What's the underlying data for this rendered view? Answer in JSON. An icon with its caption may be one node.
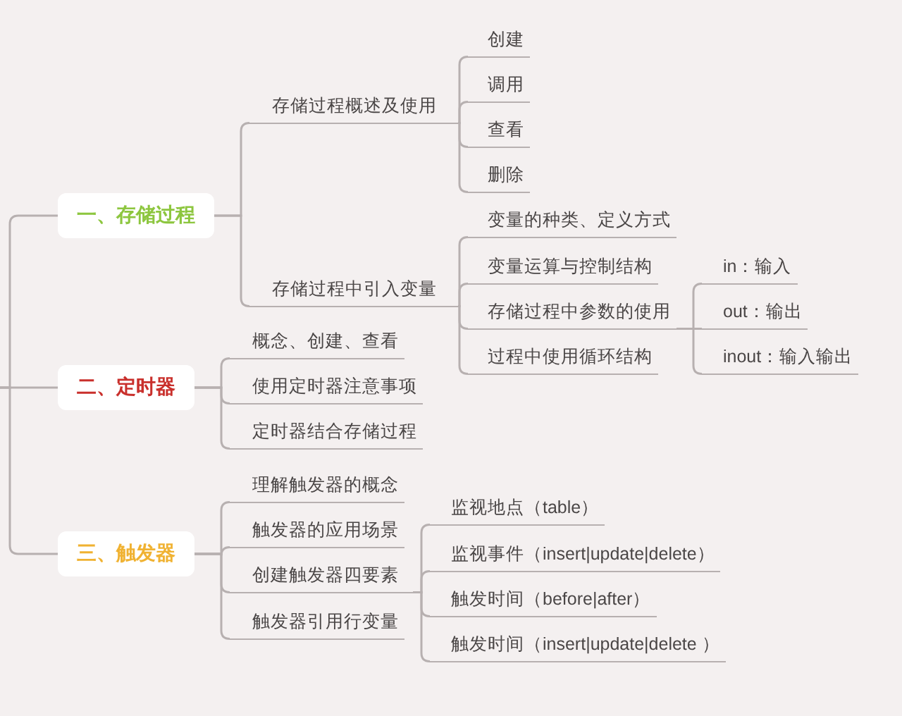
{
  "diagram": {
    "nodes": [
      {
        "text": [
          "一、存储过程"
        ]
      },
      {
        "text": [
          "存储过程概述及使用"
        ]
      },
      {
        "text": [
          "创建"
        ]
      },
      {
        "text": [
          "调用"
        ]
      },
      {
        "text": [
          "查看"
        ]
      },
      {
        "text": [
          "删除"
        ]
      },
      {
        "text": [
          "存储过程中引入变量"
        ]
      },
      {
        "text": [
          "变量的种类、定义方式"
        ]
      },
      {
        "text": [
          "变量运算与控制结构"
        ]
      },
      {
        "text": [
          "存储过程中参数的使用"
        ]
      },
      {
        "text": [
          "in：输入"
        ]
      },
      {
        "text": [
          "out：输出"
        ]
      },
      {
        "text": [
          "inout：输入输出"
        ]
      },
      {
        "text": [
          "过程中使用循环结构"
        ]
      },
      {
        "text": [
          "二、定时器"
        ]
      },
      {
        "text": [
          "概念、创建、查看"
        ]
      },
      {
        "text": [
          "使用定时器注意事项"
        ]
      },
      {
        "text": [
          "定时器结合存储过程"
        ]
      },
      {
        "text": [
          "三、触发器"
        ]
      },
      {
        "text": [
          "理解触发器的概念"
        ]
      },
      {
        "text": [
          "触发器的应用场景"
        ]
      },
      {
        "text": [
          "创建触发器四要素"
        ]
      },
      {
        "text": [
          "监视地点（table）"
        ]
      },
      {
        "text": [
          "监视事件（insert|update|delete）"
        ]
      },
      {
        "text": [
          "触发时间（before|after）"
        ]
      },
      {
        "text": [
          "触发时间（insert|update|delete ）"
        ]
      },
      {
        "text": [
          "触发器引用行变量"
        ]
      }
    ],
    "edges": [
      {
        "from": null,
        "to": 0,
        "arrow": "none"
      },
      {
        "from": null,
        "to": 14,
        "arrow": "none"
      },
      {
        "from": null,
        "to": 18,
        "arrow": "none"
      },
      {
        "from": 0,
        "to": 1,
        "arrow": "none"
      },
      {
        "from": 0,
        "to": 6,
        "arrow": "none"
      },
      {
        "from": 1,
        "to": 2,
        "arrow": "none"
      },
      {
        "from": 1,
        "to": 3,
        "arrow": "none"
      },
      {
        "from": 1,
        "to": 4,
        "arrow": "none"
      },
      {
        "from": 1,
        "to": 5,
        "arrow": "none"
      },
      {
        "from": 6,
        "to": 7,
        "arrow": "none"
      },
      {
        "from": 6,
        "to": 8,
        "arrow": "none"
      },
      {
        "from": 6,
        "to": 9,
        "arrow": "none"
      },
      {
        "from": 6,
        "to": 13,
        "arrow": "none"
      },
      {
        "from": 9,
        "to": 10,
        "arrow": "none"
      },
      {
        "from": 9,
        "to": 11,
        "arrow": "none"
      },
      {
        "from": 9,
        "to": 12,
        "arrow": "none"
      },
      {
        "from": 14,
        "to": 15,
        "arrow": "none"
      },
      {
        "from": 14,
        "to": 16,
        "arrow": "none"
      },
      {
        "from": 14,
        "to": 17,
        "arrow": "none"
      },
      {
        "from": 18,
        "to": 19,
        "arrow": "none"
      },
      {
        "from": 18,
        "to": 20,
        "arrow": "none"
      },
      {
        "from": 18,
        "to": 21,
        "arrow": "none"
      },
      {
        "from": 18,
        "to": 26,
        "arrow": "none"
      },
      {
        "from": 21,
        "to": 22,
        "arrow": "none"
      },
      {
        "from": 21,
        "to": 23,
        "arrow": "none"
      },
      {
        "from": 21,
        "to": 24,
        "arrow": "none"
      },
      {
        "from": 21,
        "to": 25,
        "arrow": "none"
      }
    ]
  }
}
